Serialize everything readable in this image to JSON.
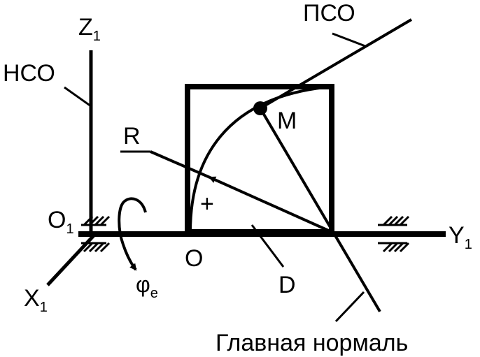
{
  "diagram": {
    "labels": {
      "z1_main": "Z",
      "z1_sub": "1",
      "y1_main": "Y",
      "y1_sub": "1",
      "x1_main": "X",
      "x1_sub": "1",
      "o1_main": "O",
      "o1_sub": "1",
      "o": "O",
      "m": "M",
      "r": "R",
      "d": "D",
      "plus": "+",
      "phi_main": "φ",
      "phi_sub": "e",
      "nso": "НСО",
      "pso": "ПСО",
      "main_normal": "Главная нормаль"
    },
    "colors": {
      "ink": "#000000",
      "background": "#ffffff"
    }
  }
}
